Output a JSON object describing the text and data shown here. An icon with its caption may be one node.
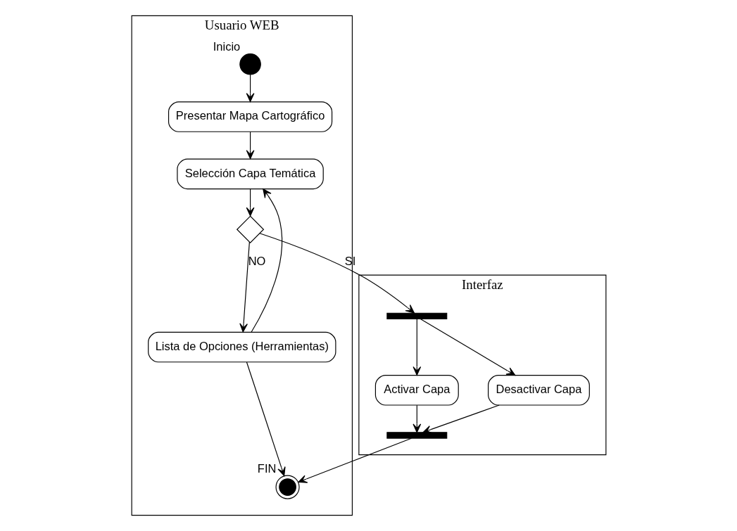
{
  "diagram": {
    "nodes": [
      {
        "text": [
          "Usuario WEB"
        ]
      },
      {
        "text": [
          "Interfaz"
        ]
      },
      {
        "text": [],
        "shape": "circle",
        "in": 0,
        "beside": [
          "Inicio"
        ]
      },
      {
        "text": [
          "Presentar Mapa Cartográfico"
        ],
        "in": 0
      },
      {
        "text": [
          "Selección Capa Temática"
        ],
        "in": 0
      },
      {
        "text": [],
        "shape": "diamond",
        "in": 0
      },
      {
        "text": [
          "Lista de Opciones (Herramientas)"
        ],
        "in": 0
      },
      {
        "text": [],
        "shape": "circle",
        "in": 0,
        "beside": [
          "FIN"
        ]
      },
      {
        "text": [],
        "shape": "bar",
        "in": 1
      },
      {
        "text": [
          "Activar Capa"
        ],
        "in": 1
      },
      {
        "text": [
          "Desactivar Capa"
        ],
        "in": 1
      },
      {
        "text": [],
        "shape": "bar",
        "in": 1
      }
    ],
    "edges": [
      {
        "from": 2,
        "to": 3,
        "arrow": "to"
      },
      {
        "from": 3,
        "to": 4,
        "arrow": "to"
      },
      {
        "from": 4,
        "to": 5,
        "arrow": "to"
      },
      {
        "from": 5,
        "to": 8,
        "arrow": "to",
        "label": "SI"
      },
      {
        "from": 5,
        "to": 6,
        "arrow": "to",
        "label": "NO"
      },
      {
        "from": 6,
        "to": 4,
        "arrow": "to"
      },
      {
        "from": 6,
        "to": 7,
        "arrow": "to"
      },
      {
        "from": 8,
        "to": 9,
        "arrow": "to"
      },
      {
        "from": 8,
        "to": 10,
        "arrow": "to"
      },
      {
        "from": 9,
        "to": 11,
        "arrow": "to"
      },
      {
        "from": 10,
        "to": 11,
        "arrow": "to"
      },
      {
        "from": 11,
        "to": 7,
        "arrow": "to"
      }
    ]
  }
}
